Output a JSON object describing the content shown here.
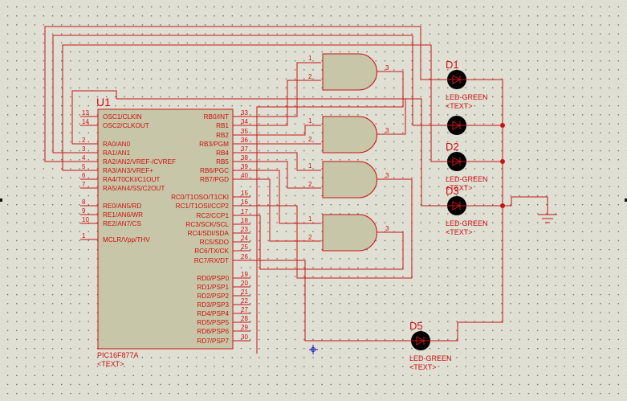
{
  "mcu": {
    "ref": "U1",
    "part": "PIC16F877A",
    "text": "<TEXT>",
    "left_pins": [
      {
        "num": "13",
        "name": "OSC1/CLKIN"
      },
      {
        "num": "14",
        "name": "OSC2/CLKOUT"
      },
      {
        "num": "2",
        "name": "RA0/AN0"
      },
      {
        "num": "3",
        "name": "RA1/AN1"
      },
      {
        "num": "4",
        "name": "RA2/AN2/VREF-/CVREF"
      },
      {
        "num": "5",
        "name": "RA3/AN3/VREF+"
      },
      {
        "num": "6",
        "name": "RA4/T0CKI/C1OUT"
      },
      {
        "num": "7",
        "name": "RA5/AN4/SS/C2OUT"
      },
      {
        "num": "8",
        "name": "RE0/AN5/RD"
      },
      {
        "num": "9",
        "name": "RE1/AN6/WR"
      },
      {
        "num": "10",
        "name": "RE2/AN7/CS"
      },
      {
        "num": "1",
        "name": "MCLR/Vpp/THV"
      }
    ],
    "right_pins": [
      {
        "num": "33",
        "name": "RB0/INT"
      },
      {
        "num": "34",
        "name": "RB1"
      },
      {
        "num": "35",
        "name": "RB2"
      },
      {
        "num": "36",
        "name": "RB3/PGM"
      },
      {
        "num": "37",
        "name": "RB4"
      },
      {
        "num": "38",
        "name": "RB5"
      },
      {
        "num": "39",
        "name": "RB6/PGC"
      },
      {
        "num": "40",
        "name": "RB7/PGD"
      },
      {
        "num": "15",
        "name": "RC0/T1OSO/T1CKI"
      },
      {
        "num": "16",
        "name": "RC1/T1OSI/CCP2"
      },
      {
        "num": "17",
        "name": "RC2/CCP1"
      },
      {
        "num": "18",
        "name": "RC3/SCK/SCL"
      },
      {
        "num": "23",
        "name": "RC4/SDI/SDA"
      },
      {
        "num": "24",
        "name": "RC5/SDO"
      },
      {
        "num": "25",
        "name": "RC6/TX/CK"
      },
      {
        "num": "26",
        "name": "RC7/RX/DT"
      },
      {
        "num": "19",
        "name": "RD0/PSP0"
      },
      {
        "num": "20",
        "name": "RD1/PSP1"
      },
      {
        "num": "21",
        "name": "RD2/PSP2"
      },
      {
        "num": "22",
        "name": "RD3/PSP3"
      },
      {
        "num": "27",
        "name": "RD4/PSP4"
      },
      {
        "num": "28",
        "name": "RD5/PSP5"
      },
      {
        "num": "29",
        "name": "RD6/PSP6"
      },
      {
        "num": "30",
        "name": "RD7/PSP7"
      }
    ]
  },
  "gates": [
    {
      "in1": "1",
      "in2": "2",
      "out": "3"
    },
    {
      "in1": "1",
      "in2": "2",
      "out": "3"
    },
    {
      "in1": "1",
      "in2": "2",
      "out": "3"
    },
    {
      "in1": "1",
      "in2": "2",
      "out": "3"
    }
  ],
  "leds": [
    {
      "ref": "D1",
      "part": "LED-GREEN",
      "text": "<TEXT>"
    },
    {
      "ref": "",
      "part": "",
      "text": ""
    },
    {
      "ref": "D2",
      "part": "LED-GREEN",
      "text": "<TEXT>"
    },
    {
      "ref": "D3",
      "part": "LED-GREEN",
      "text": "<TEXT>"
    },
    {
      "ref": "D5",
      "part": "LED-GREEN",
      "text": "<TEXT>"
    }
  ],
  "colors": {
    "wire": "#c81414",
    "component_fill": "#c8c6a8",
    "led_fill": "#000000",
    "background": "#e0dfd3",
    "cursor": "#1a1ab4"
  }
}
